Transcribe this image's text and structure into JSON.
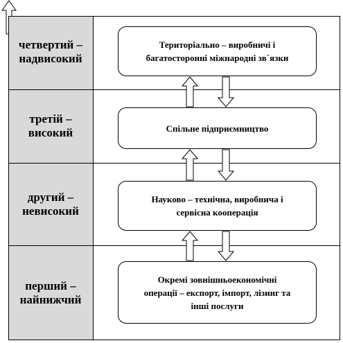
{
  "levels": [
    {
      "line1": "четвертий –",
      "line2": "надвисокий"
    },
    {
      "line1": "третій –",
      "line2": "високий"
    },
    {
      "line1": "другий –",
      "line2": "невисокий"
    },
    {
      "line1": "перший –",
      "line2": "найнижчий"
    }
  ],
  "boxes": [
    {
      "line1": "Територіально – виробничі і",
      "line2": "багатосторонні міжнародні зв`язки",
      "line3": ""
    },
    {
      "line1": "Спільне підприємництво",
      "line2": "",
      "line3": ""
    },
    {
      "line1": "Науково – технічна, виробнича і",
      "line2": "сервісна кооперація",
      "line3": ""
    },
    {
      "line1": "Окремі зовнішньоекономічні",
      "line2": "операції – експорт, імпорт, лізинг та",
      "line3": "інші послуги"
    }
  ]
}
